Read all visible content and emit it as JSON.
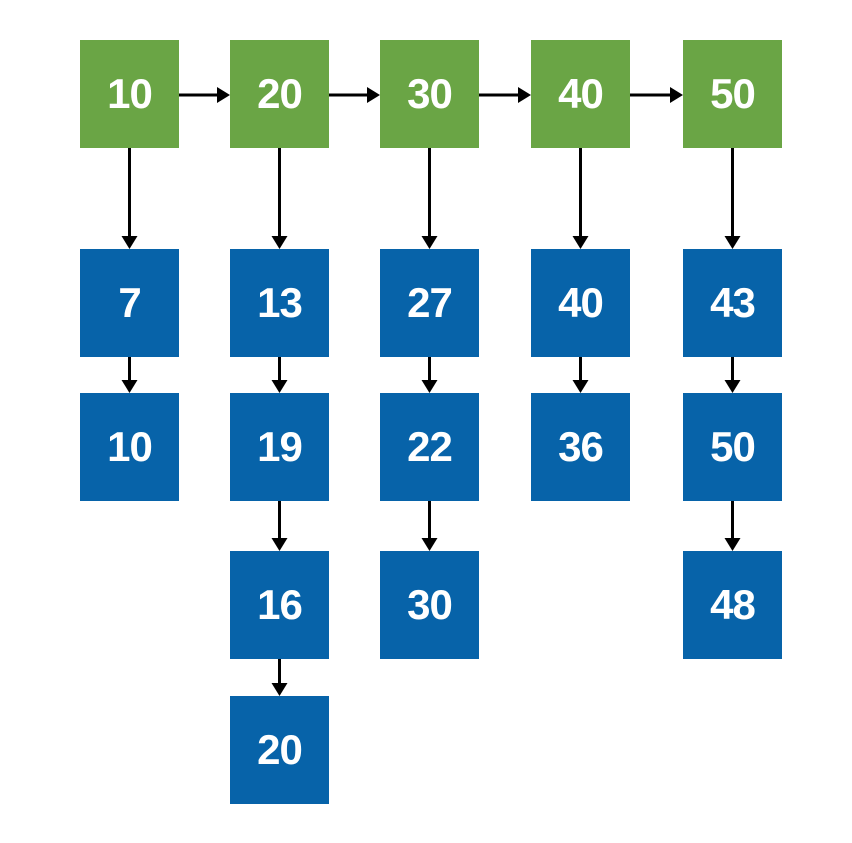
{
  "diagram": {
    "colors": {
      "head_fill": "#6aa545",
      "child_fill": "#0763a9",
      "text": "#ffffff",
      "arrow": "#000000"
    },
    "columns": [
      {
        "head": "10",
        "children": [
          "7",
          "10"
        ]
      },
      {
        "head": "20",
        "children": [
          "13",
          "19",
          "16",
          "20"
        ]
      },
      {
        "head": "30",
        "children": [
          "27",
          "22",
          "30"
        ]
      },
      {
        "head": "40",
        "children": [
          "40",
          "36"
        ]
      },
      {
        "head": "50",
        "children": [
          "43",
          "50",
          "48"
        ]
      }
    ]
  }
}
